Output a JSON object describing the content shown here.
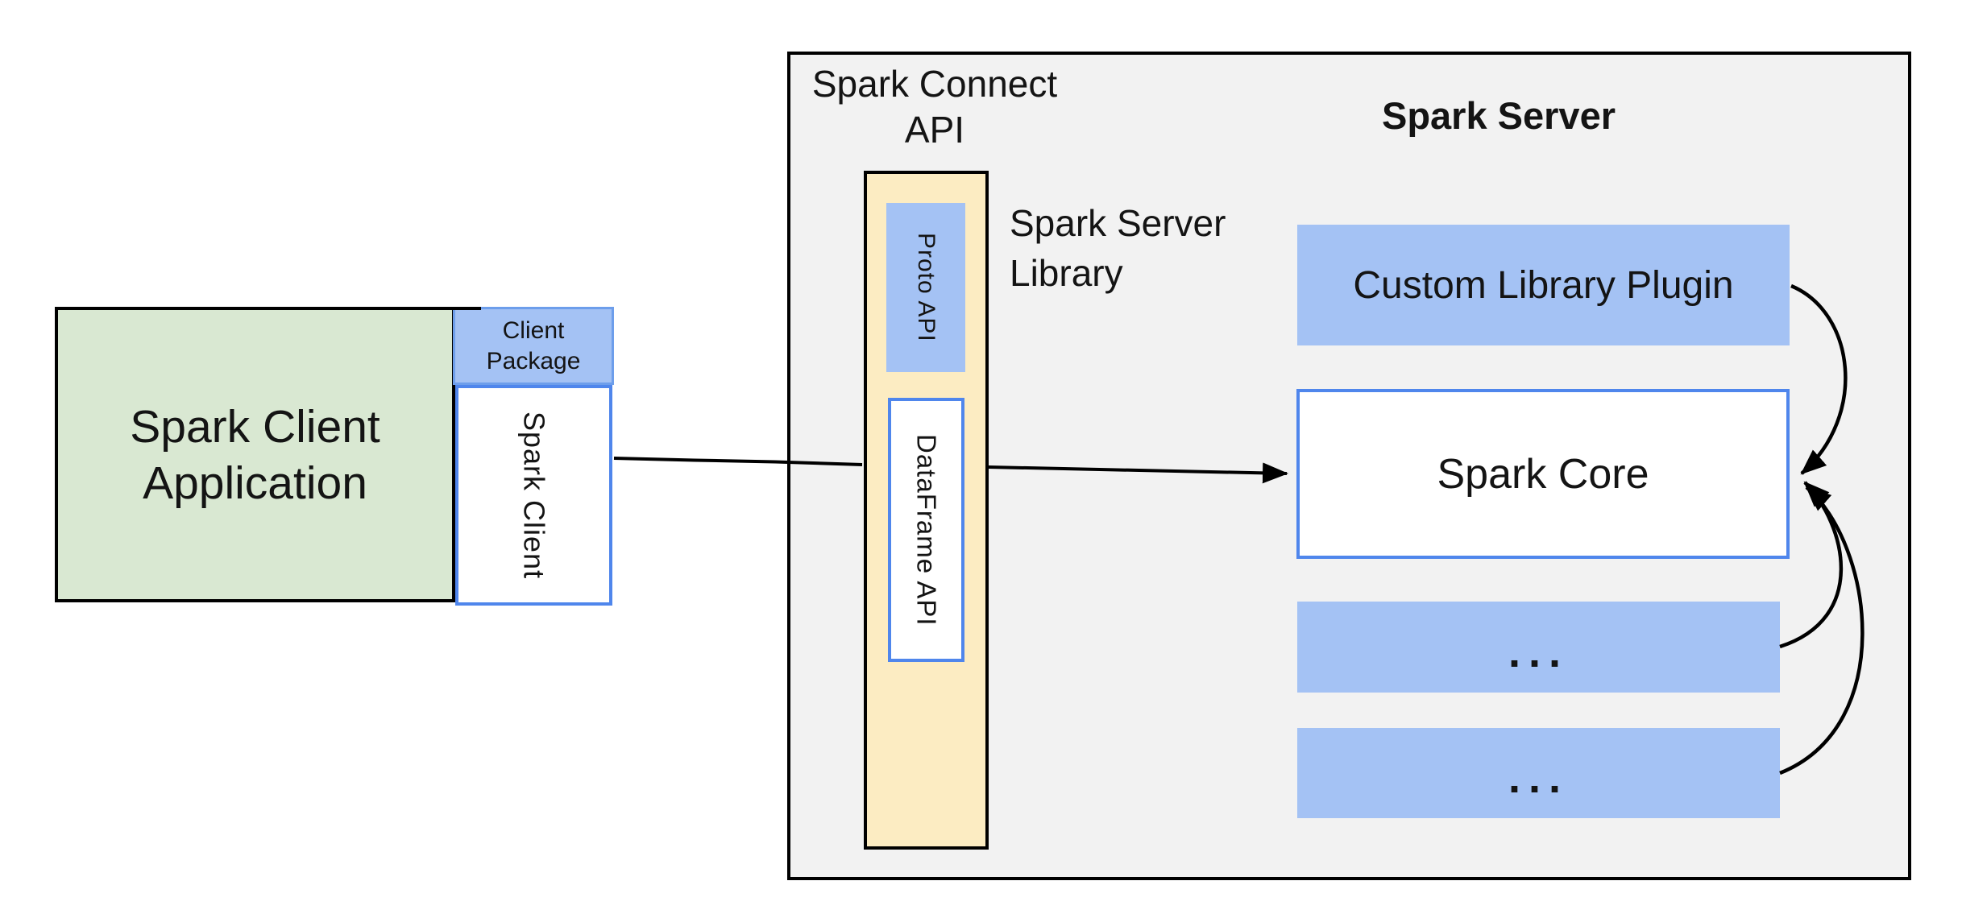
{
  "diagram": {
    "client_application": {
      "label_line1": "Spark Client",
      "label_line2": "Application"
    },
    "client_package": {
      "label_line1": "Client",
      "label_line2": "Package"
    },
    "spark_client": {
      "label": "Spark Client"
    },
    "connect_api_title": {
      "line1": "Spark Connect",
      "line2": "API"
    },
    "proto_api": {
      "label": "Proto  API"
    },
    "dataframe_api": {
      "label": "DataFrame API"
    },
    "server_library_label": {
      "line1": "Spark Server",
      "line2": "Library"
    },
    "server_title": {
      "label": "Spark Server"
    },
    "custom_plugin": {
      "label": "Custom Library Plugin"
    },
    "spark_core": {
      "label": "Spark Core"
    },
    "plugin_slot_1": {
      "label": "..."
    },
    "plugin_slot_2": {
      "label": "..."
    },
    "colors": {
      "client_app_fill": "#d9e8d2",
      "blue_fill": "#a4c2f4",
      "blue_border": "#4f86ec",
      "package_border": "#6d9eeb",
      "api_column_fill": "#fcecc2",
      "server_panel_fill": "#f2f2f2",
      "outline": "#000000",
      "text": "#141414"
    }
  }
}
